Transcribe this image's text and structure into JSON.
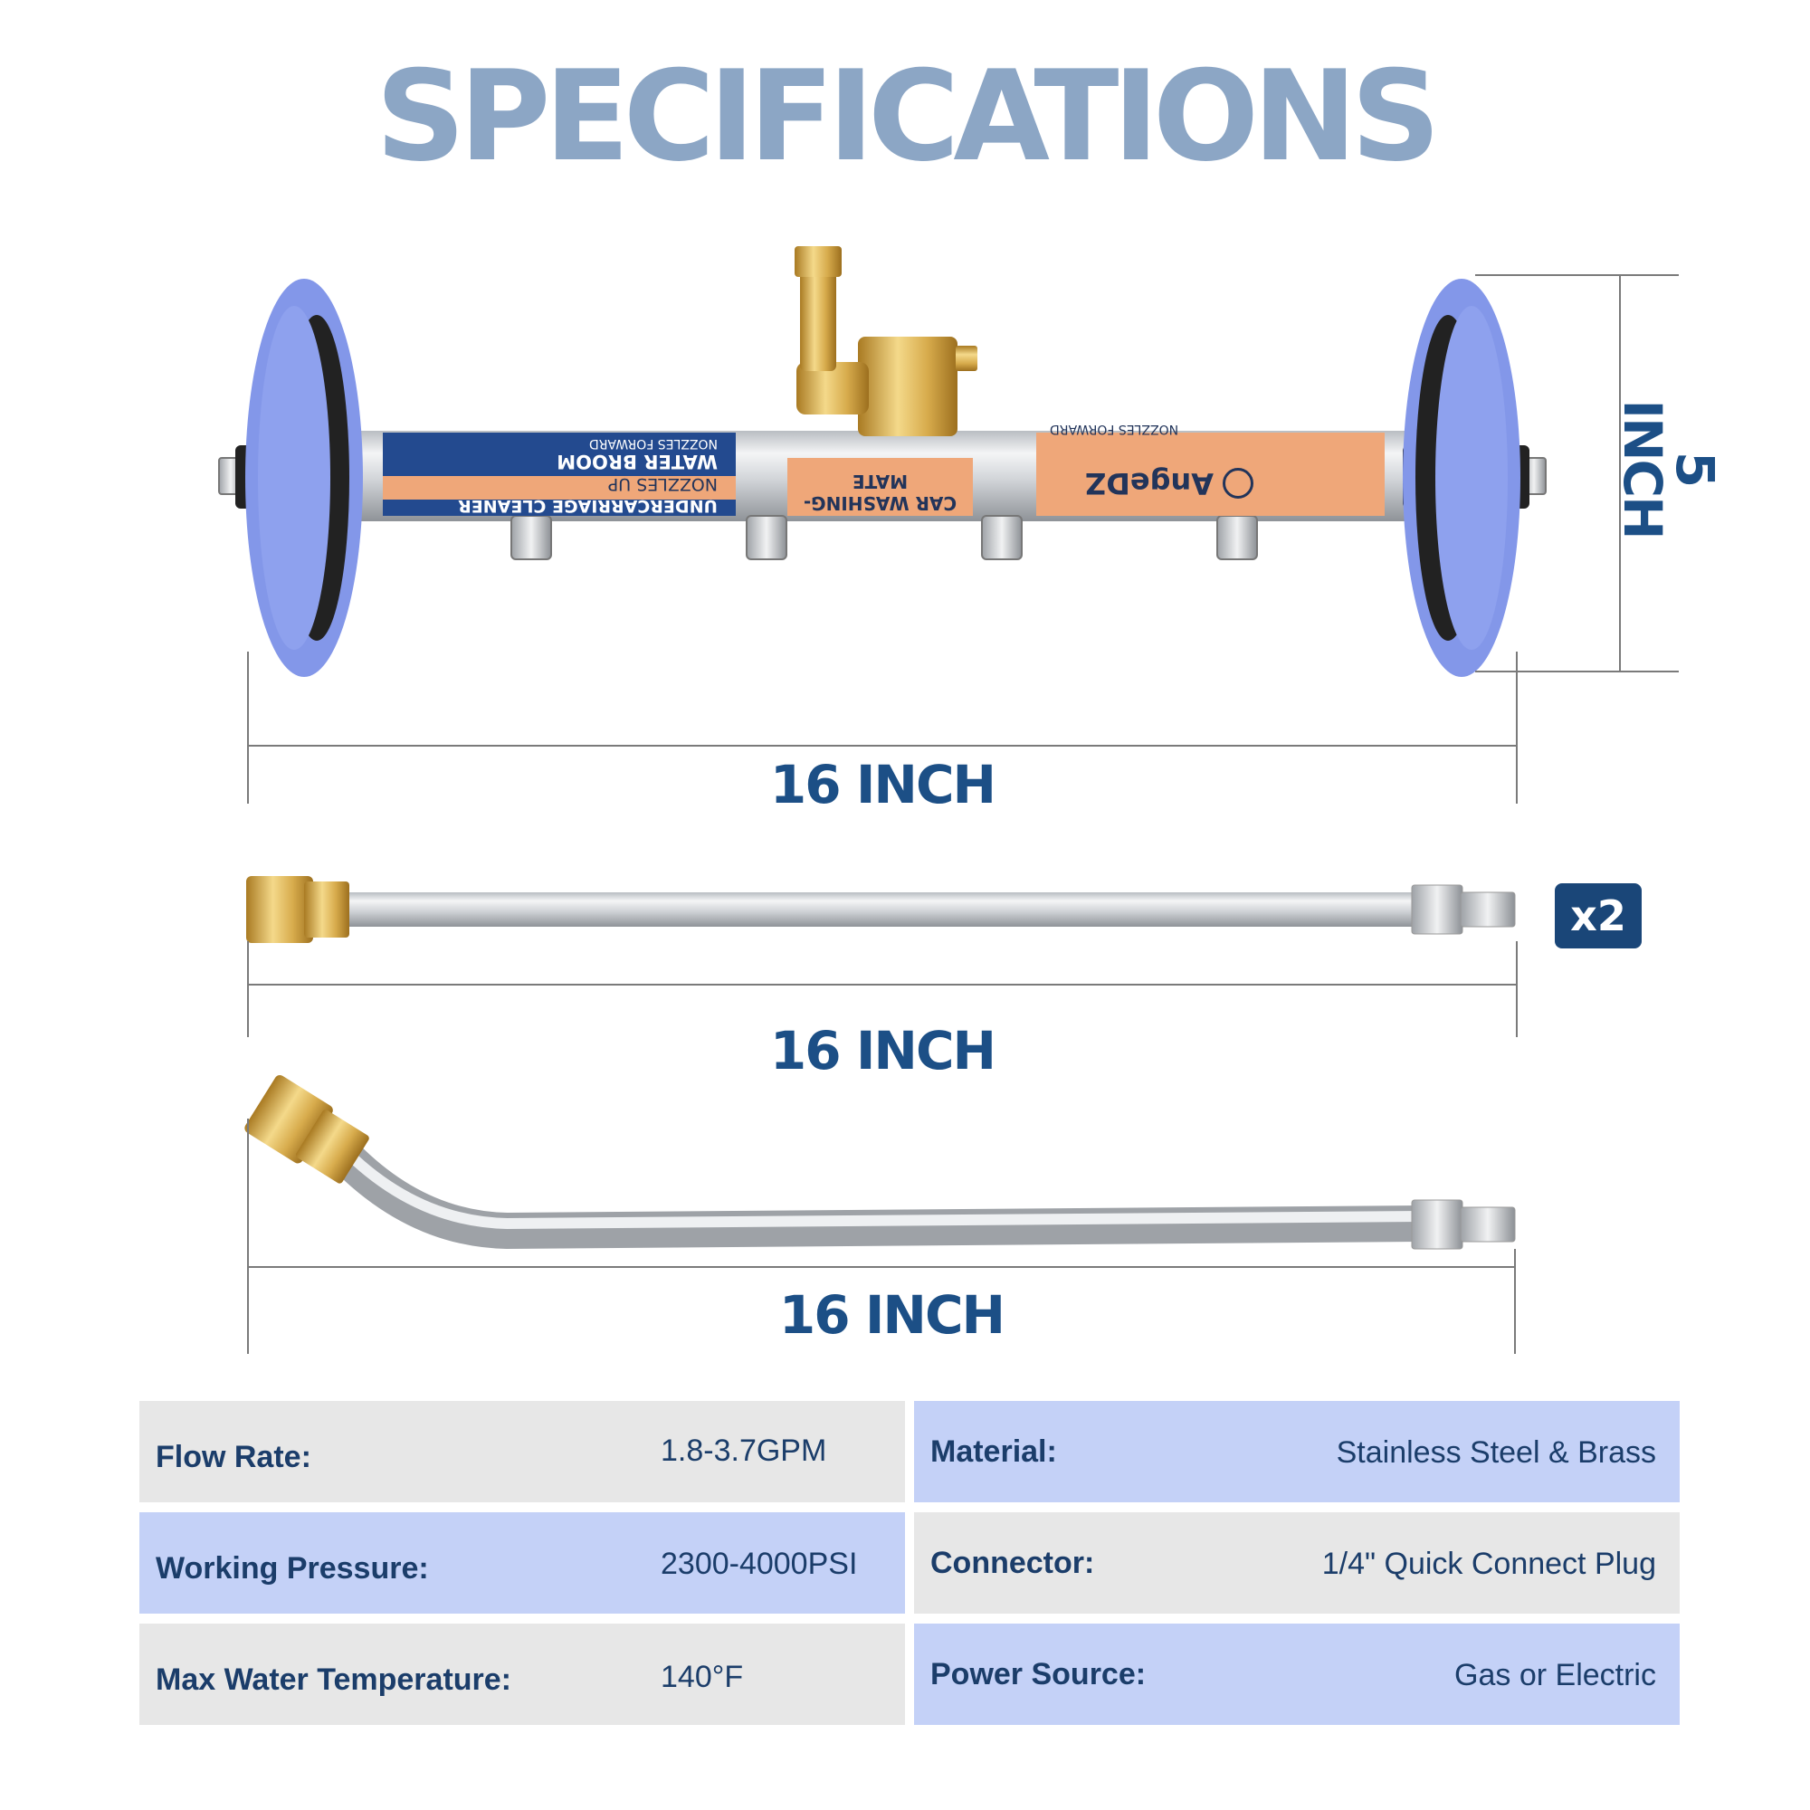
{
  "title": "SPECIFICATIONS",
  "dimensions": {
    "height_label": "5 INCH",
    "broom_width_label": "16 INCH",
    "straight_wand_label": "16 INCH",
    "curved_wand_label": "16 INCH"
  },
  "quantity_badge": "x2",
  "product_labels": {
    "left_band_line1": "WATER BROOM",
    "left_band_line2": "NOZZLES FORWARD",
    "left_band_line3": "NOZZLES UP",
    "left_band_line4": "UNDERCARRIAGE CLEANER",
    "center_band": "CAR WASHING-MATE",
    "right_band_top": "NOZZLES FORWARD",
    "brand": "AngeDZ"
  },
  "specs": [
    {
      "label": "Flow Rate:",
      "value": "1.8-3.7GPM"
    },
    {
      "label": "Material:",
      "value": "Stainless Steel & Brass"
    },
    {
      "label": "Working Pressure:",
      "value": "2300-4000PSI"
    },
    {
      "label": "Connector:",
      "value": "1/4\" Quick Connect Plug"
    },
    {
      "label": "Max Water Temperature:",
      "value": "140°F"
    },
    {
      "label": "Power Source:",
      "value": "Gas or Electric"
    }
  ],
  "colors": {
    "title": "#8ca6c5",
    "dimension_text": "#1c4f86",
    "badge_bg": "#1a4678",
    "wheel": "#8397e9",
    "band_navy": "#234a8f",
    "band_peach": "#efa779",
    "brass": "#d4a648",
    "row_gray": "#e7e7e7",
    "row_blue": "#c4d1f7"
  }
}
